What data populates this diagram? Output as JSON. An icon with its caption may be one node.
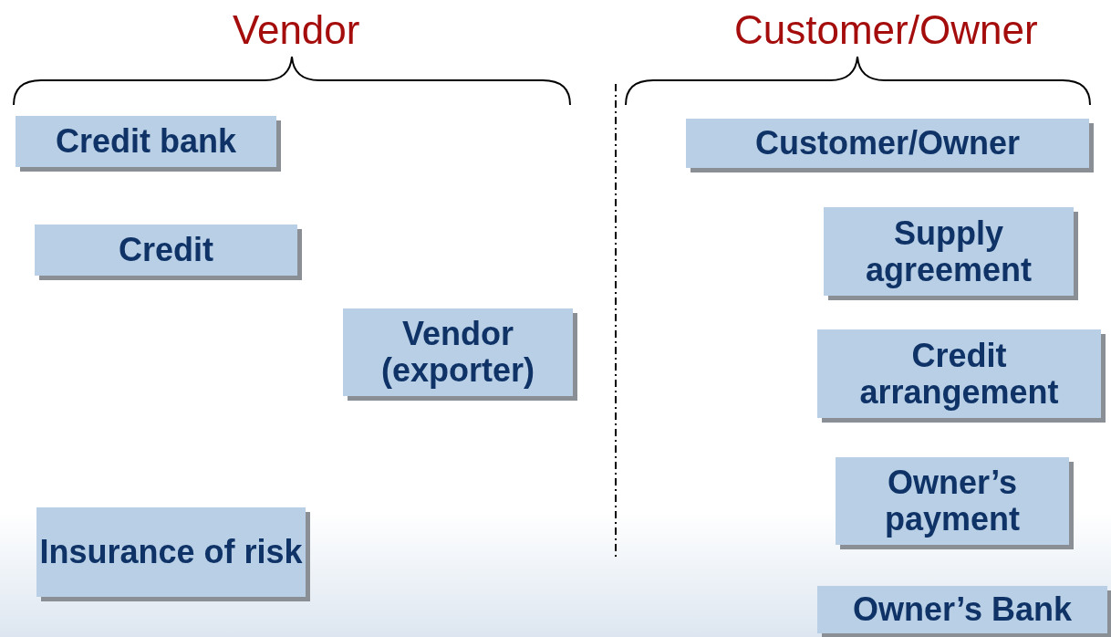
{
  "diagram": {
    "nodes": [
      {
        "text": [
          "Credit bank"
        ]
      },
      {
        "text": [
          "Credit"
        ]
      },
      {
        "text": [
          "Vendor (exporter)"
        ]
      },
      {
        "text": [
          "Insurance of risk"
        ]
      },
      {
        "text": [
          "Customer/Owner"
        ]
      },
      {
        "text": [
          "Supply agreement"
        ]
      },
      {
        "text": [
          "Credit arrangement"
        ]
      },
      {
        "text": [
          "Owner’s payment"
        ]
      },
      {
        "text": [
          "Owner’s Bank"
        ]
      }
    ],
    "labels": [
      "Vendor",
      "Customer/Owner"
    ]
  }
}
